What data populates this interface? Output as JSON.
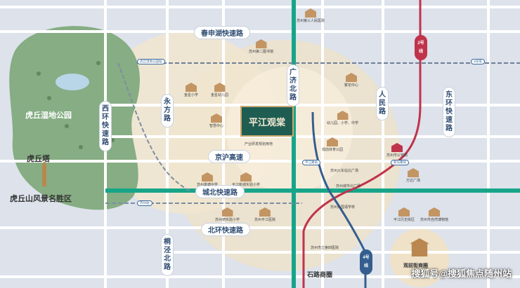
{
  "colors": {
    "background": "#dde2eb",
    "road": "#ffffff",
    "highway": "#17a58a",
    "metro_line_2": "#c0334a",
    "metro_line_4": "#355e8f",
    "park": "#86ad83",
    "zone": "#efe1c6",
    "project": "#1f5d52"
  },
  "project": {
    "name": "平江观棠"
  },
  "areas": {
    "wetland_park": "虎丘湿地公园",
    "tiger_tower": "虎丘塔",
    "scenic_area": "虎丘山风景名胜区",
    "metro_line_2": "2号线",
    "metro_line_3": "3号线",
    "metro_line_4": "4号线"
  },
  "roads": {
    "chunshen_expressway": "春申湖快速路",
    "xihuan_expressway": "西环快速路",
    "yongfang_road": "永方路",
    "guangji_north_road": "广济北路",
    "renmin_road": "人民路",
    "donghuan_expressway": "东环快速路",
    "jinghu_expressway": "京沪高速",
    "chengbei_expressway": "城北快速路",
    "beihuan_expressway": "北环快速路",
    "tongjing_north_road": "桐泾北路"
  },
  "pois": {
    "no2_library": "苏州第二图书馆",
    "no3_hospital": "苏州第三人民医院",
    "jinxing_primary": "金星小学",
    "jinxing_kindergarten": "金星幼儿园",
    "wisdom_center": "智慧中心",
    "xingyu_center": "繁花中心",
    "schools_cluster": "幼儿园、小学、中学",
    "sports_park": "观前体育公园",
    "industrial_land": "产业研发规划用地",
    "jingde_middle": "苏州景德中学",
    "pingjiang_xincheng_primary": "平江新城实验小学",
    "transit_hub": "苏州火车站北广场",
    "north_square": "苏州城市北广场",
    "public_security": "苏州市公安局",
    "wanda": "万达广场",
    "dexin_school": "苏州德实验小学",
    "pingjiang_hospital": "苏州平江医院",
    "foreign_school": "苏州外国语学校",
    "geography_institute": "苏州市立第四医院",
    "shilu_commercial": "石路商圈",
    "guanqian_commercial": "观前街商圈",
    "pingjiang_road_museum": "平江历史街区",
    "zoo": "苏州市自然博物馆"
  },
  "stations": {
    "huqiu_wetland_station": "虎丘湿地公园站",
    "pingjiang_station": "平江路站",
    "xinguang_station": "新光路站",
    "suzhou_north_station": "苏州站"
  },
  "watermark": "搜狐号@搜狐焦点随州站"
}
